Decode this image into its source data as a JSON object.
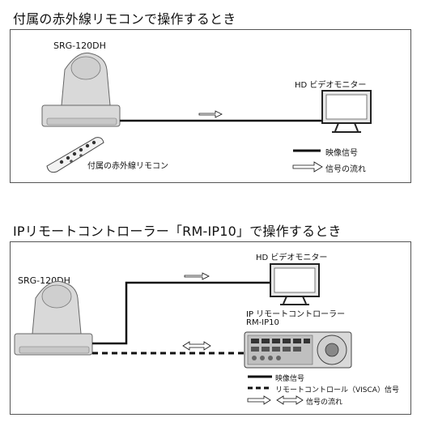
{
  "section1": {
    "heading": "付属の赤外線リモコンで操作するとき",
    "camera_label": "SRG-120DH",
    "monitor_label": "HD ビデオモニター",
    "remote_label": "付属の赤外線リモコン",
    "legend": {
      "video_signal": "映像信号",
      "signal_flow": "信号の流れ"
    }
  },
  "section2": {
    "heading": "IPリモートコントローラー「RM-IP10」で操作するとき",
    "camera_label": "SRG-120DH",
    "monitor_label": "HD ビデオモニター",
    "controller_label_line1": "IP リモートコントローラー",
    "controller_label_line2": "RM-IP10",
    "legend": {
      "video_signal": "映像信号",
      "remote_control_signal": "リモートコントロール（VISCA）信号",
      "signal_flow": "信号の流れ"
    }
  },
  "colors": {
    "panel_border": "#555555",
    "device_fill": "#d9d9d9",
    "device_stroke": "#666666",
    "cable": "#111111"
  }
}
